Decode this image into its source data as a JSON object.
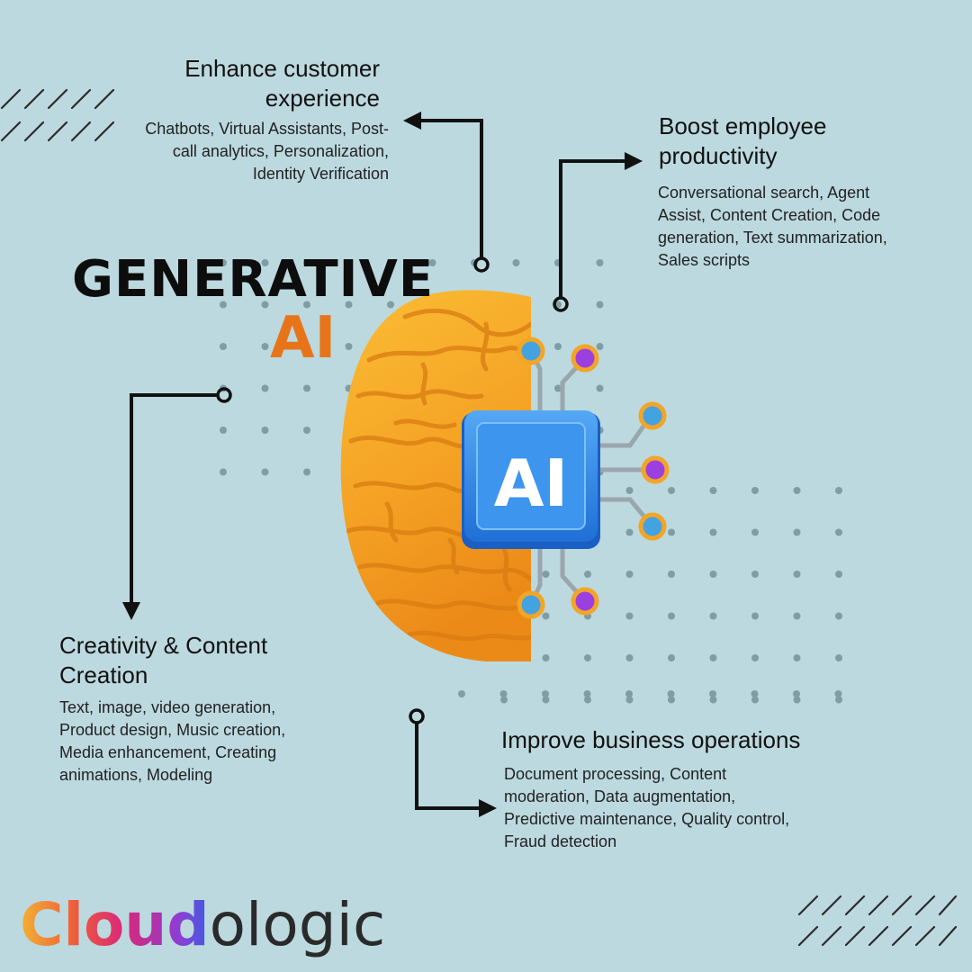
{
  "title": {
    "line1": "GENERATIVE",
    "line2": "AI"
  },
  "chip_label": "AI",
  "sections": {
    "customer": {
      "heading": "Enhance  customer experience",
      "body": "Chatbots,  Virtual Assistants, Post-call analytics, Personalization,  Identity Verification"
    },
    "employee": {
      "heading": "Boost employee productivity",
      "body": "Conversational search, Agent Assist, Content Creation, Code generation, Text summarization,  Sales scripts"
    },
    "creativity": {
      "heading": "Creativity & Content Creation",
      "body": "Text, image, video generation, Product design,  Music creation, Media enhancement, Creating animations, Modeling"
    },
    "operations": {
      "heading": "Improve business operations",
      "body": "Document processing,  Content moderation,  Data augmentation, Predictive maintenance,  Quality control,   Fraud detection"
    }
  },
  "brand": {
    "highlight": "Cloud",
    "rest": "ologic"
  },
  "colors": {
    "background": "#bcd9df",
    "accent_orange": "#e8741a",
    "chip_blue": "#2f8ae8",
    "brain_orange": "#f2a526"
  },
  "icons": [
    "brain-illustration",
    "ai-chip-icon",
    "arrow-icon",
    "stripe-decoration"
  ]
}
